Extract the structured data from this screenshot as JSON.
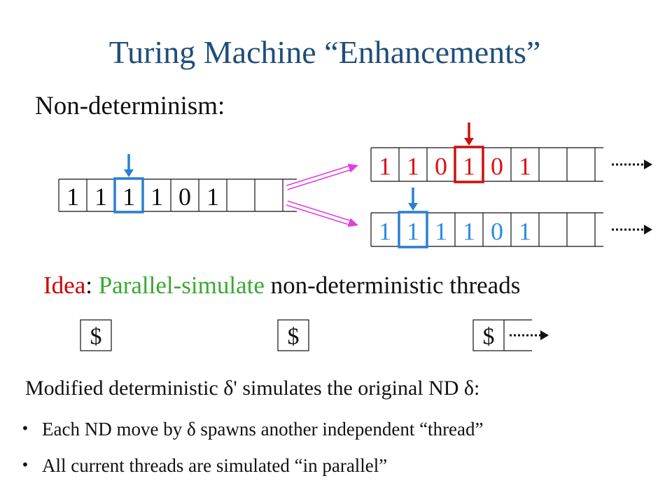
{
  "title": "Turing Machine “Enhancements”",
  "subheading": "Non-determinism:",
  "idea": {
    "label": "Idea",
    "colon": ": ",
    "highlight": "Parallel-simulate",
    "rest": " non-deterministic threads"
  },
  "tapes": {
    "original": {
      "cells": [
        "1",
        "1",
        "1",
        "1",
        "0",
        "1",
        "",
        ""
      ],
      "head_cell": 2
    },
    "thread_a": {
      "cells": [
        "1",
        "1",
        "0",
        "1",
        "0",
        "1",
        "",
        ""
      ],
      "head_cell": 3
    },
    "thread_b": {
      "cells": [
        "1",
        "1",
        "1",
        "1",
        "0",
        "1",
        "",
        ""
      ],
      "head_cell": 1
    },
    "threads_row": {
      "cells": [
        "$",
        "$",
        "$"
      ]
    }
  },
  "modified_line": "Modified deterministic δ' simulates the original ND δ:",
  "bullets": [
    "Each ND move by δ spawns another independent “thread”",
    "All current threads are simulated “in parallel”"
  ],
  "colors": {
    "title": "#1f4e79",
    "idea_label": "#cc0000",
    "highlight": "#3aa832",
    "red_tape": "#dd1111",
    "blue_tape": "#2a8ee0",
    "head_blue": "#2a7fd4",
    "head_red": "#cc1111",
    "branch_arrows": "#e040e0"
  }
}
